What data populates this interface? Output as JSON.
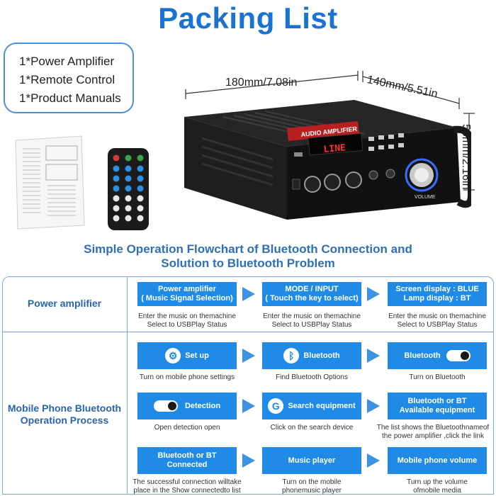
{
  "title": "Packing List",
  "contents": [
    "1*Power Amplifier",
    "1*Remote Control",
    "1*Product Manuals"
  ],
  "dimensions": {
    "width": "180mm/7.08in",
    "depth": "140mm/5.51in",
    "height": "55mm/2.16in"
  },
  "device": {
    "display": "LINE",
    "volume_label": "VOLUME",
    "brand": "AUDIO AMPLIFIER"
  },
  "flowchart": {
    "title_line1": "Simple Operation Flowchart of Bluetooth Connection and",
    "title_line2": "Solution to Bluetooth Problem",
    "rows": [
      {
        "label": "Power amplifier",
        "steps": [
          {
            "text": "Power amplifier\n( Music Signal Selection)",
            "desc": "Enter the music on themachine\nSelect to USBPlay Status"
          },
          {
            "text": "MODE / INPUT\n( Touch the key to select)",
            "desc": "Enter the music on themachine\nSelect to USBPlay Status"
          },
          {
            "text": "Screen display : BLUE\nLamp display : BT",
            "desc": "Enter the music on themachine\nSelect to USBPlay Status"
          }
        ]
      },
      {
        "label": "Mobile Phone Bluetooth\nOperation Process",
        "steps": [
          {
            "text": "Set up",
            "desc": "Turn on mobile phone settings"
          },
          {
            "text": "Bluetooth",
            "desc": "Find Bluetooth Options"
          },
          {
            "text": "Bluetooth",
            "desc": "Turn on Bluetooth"
          },
          {
            "text": "Detection",
            "desc": "Open detection open"
          },
          {
            "text": "Search equipment",
            "desc": "Click on the search device"
          },
          {
            "text": "Bluetooth or BT\nAvailable equipment",
            "desc": "The list shows the Bluetoothnameof\nthe power amplifier ,click the link"
          },
          {
            "text": "Bluetooth or BT\nConnected",
            "desc": "The successful connection willtake\nplace in the Show connectedto list"
          },
          {
            "text": "Music player",
            "desc": "Turn on the mobile\nphonemusic player"
          },
          {
            "text": "Mobile phone volume",
            "desc": "Turn up the volume\nofmobile media"
          }
        ]
      }
    ]
  },
  "colors": {
    "title": "#1a73d1",
    "accent": "#1f8be6",
    "border": "#7aa8dc"
  }
}
